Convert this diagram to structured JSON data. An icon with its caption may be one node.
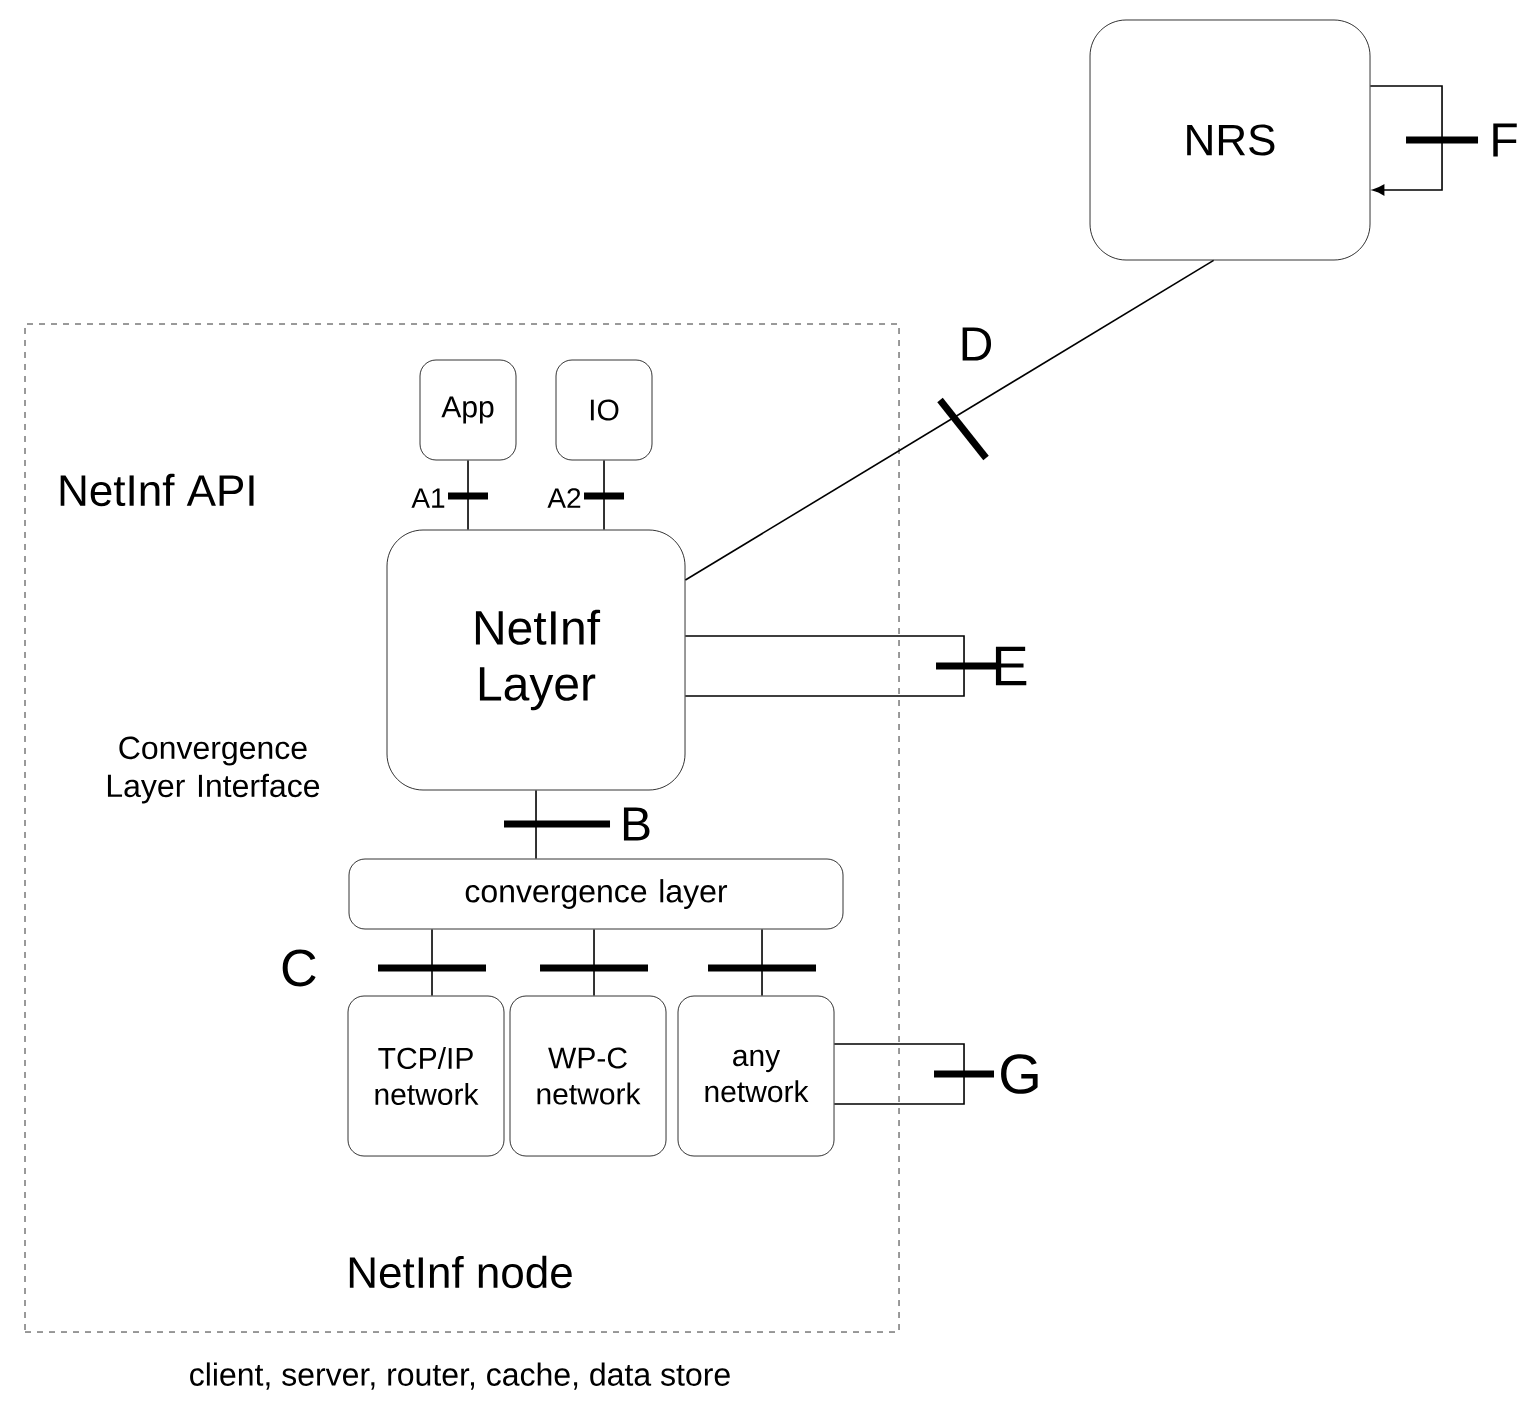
{
  "diagram": {
    "nodes": [
      {
        "text": [
          "NRS"
        ]
      },
      {
        "text": [
          "NetInf node"
        ],
        "beside": [
          "client, server, router, cache, data store"
        ]
      },
      {
        "text": [
          "App"
        ],
        "in": 1
      },
      {
        "text": [
          "IO"
        ],
        "in": 1
      },
      {
        "text": [
          "NetInf Layer"
        ],
        "in": 1
      },
      {
        "text": [
          "convergence layer"
        ],
        "in": 1
      },
      {
        "text": [
          "TCP/IP network"
        ],
        "in": 1
      },
      {
        "text": [
          "WP-C network"
        ],
        "in": 1
      },
      {
        "text": [
          "any network"
        ],
        "in": 1
      }
    ],
    "edges": [
      {
        "from": 2,
        "to": 4,
        "arrow": "none",
        "label": "A1"
      },
      {
        "from": 3,
        "to": 4,
        "arrow": "none",
        "label": "A2"
      },
      {
        "from": 4,
        "to": 0,
        "arrow": "none",
        "label": "D"
      },
      {
        "from": 4,
        "to": 4,
        "arrow": "none",
        "label": "E"
      },
      {
        "from": 0,
        "to": 0,
        "arrow": "to",
        "label": "F"
      },
      {
        "from": 4,
        "to": 5,
        "arrow": "none",
        "label": "B"
      },
      {
        "from": 5,
        "to": 6,
        "arrow": "none",
        "label": "C"
      },
      {
        "from": 5,
        "to": 7,
        "arrow": "none"
      },
      {
        "from": 5,
        "to": 8,
        "arrow": "none"
      },
      {
        "from": 8,
        "to": 8,
        "arrow": "none",
        "label": "G"
      }
    ],
    "labels": [
      "NetInf API",
      "Convergence Layer Interface"
    ]
  }
}
